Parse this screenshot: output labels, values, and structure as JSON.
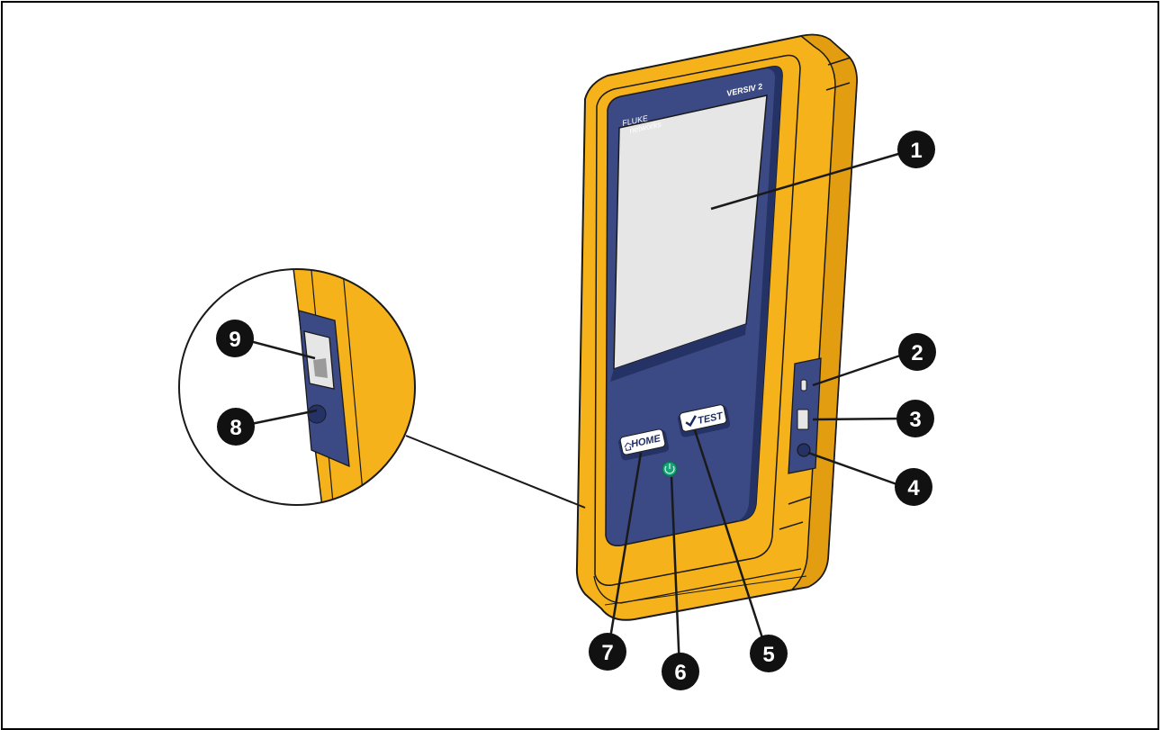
{
  "device": {
    "brand_top": "FLUKE",
    "brand_bottom": "networks",
    "model": "VERSIV 2",
    "home_button_label": "HOME",
    "test_button_label": "TEST",
    "colors": {
      "body": "#f5b21a",
      "body_dark": "#e39d10",
      "panel": "#3b4a85",
      "panel_dark": "#253265",
      "screen": "#e6e6e6",
      "power_led": "#19a47a"
    }
  },
  "callouts": [
    {
      "id": "callout-1",
      "label": "1"
    },
    {
      "id": "callout-2",
      "label": "2"
    },
    {
      "id": "callout-3",
      "label": "3"
    },
    {
      "id": "callout-4",
      "label": "4"
    },
    {
      "id": "callout-5",
      "label": "5"
    },
    {
      "id": "callout-6",
      "label": "6"
    },
    {
      "id": "callout-7",
      "label": "7"
    },
    {
      "id": "callout-8",
      "label": "8"
    },
    {
      "id": "callout-9",
      "label": "9"
    }
  ]
}
